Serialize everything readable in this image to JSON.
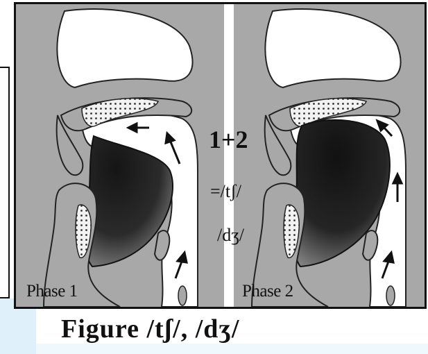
{
  "labels": {
    "phase_1": "Phase 1",
    "phase_2": "Phase 2",
    "combination": "1+2",
    "result_1": "=/tʃ/",
    "result_2": "/dʒ/"
  },
  "caption": "Figure  /tʃ/, /dʒ/",
  "colors": {
    "tissue": "#a8a8a8",
    "tissue_outline": "#222222",
    "tongue_dark": "#151515",
    "tongue_light": "#7a7a7a",
    "airway": "#ffffff",
    "background_strip": "#dff0fa"
  }
}
